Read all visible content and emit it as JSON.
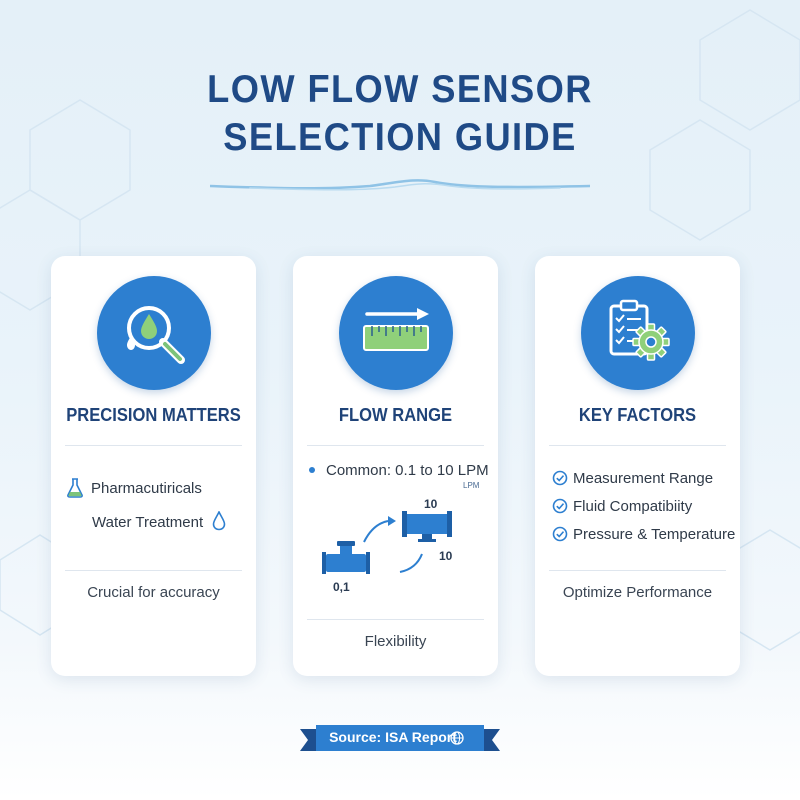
{
  "title": {
    "line1": "LOW FLOW SENSOR",
    "line2": "SELECTION GUIDE"
  },
  "colors": {
    "title": "#1f4a86",
    "accent": "#2d7fd0",
    "card_bg": "#ffffff",
    "ribbon": "#2d7fd0",
    "ribbon_dark": "#1d4f8f"
  },
  "cards": [
    {
      "title": "PRECISION MATTERS",
      "icon": "magnifier-droplet-icon",
      "items": [
        {
          "label": "Pharmacutiricals",
          "icon": "flask-icon"
        },
        {
          "label": "Water Treatment",
          "icon": "droplet-icon"
        }
      ],
      "footer": "Crucial for accuracy"
    },
    {
      "title": "FLOW RANGE",
      "icon": "ruler-arrow-icon",
      "bullet": "Common: 0.1 to 10 LPM",
      "unit": "LPM",
      "diagram": {
        "low_label": "0,1",
        "high_label_top": "10",
        "high_label_bottom": "10"
      },
      "footer": "Flexibility"
    },
    {
      "title": "KEY FACTORS",
      "icon": "clipboard-gear-icon",
      "items": [
        {
          "label": "Measurement Range",
          "icon": "check-circle-icon"
        },
        {
          "label": "Fluid Compatibiity",
          "icon": "check-circle-icon"
        },
        {
          "label": "Pressure & Temperature",
          "icon": "check-circle-icon"
        }
      ],
      "footer": "Optimize Performance"
    }
  ],
  "source": {
    "label": "Source: ISA Report",
    "icon": "globe-icon"
  }
}
